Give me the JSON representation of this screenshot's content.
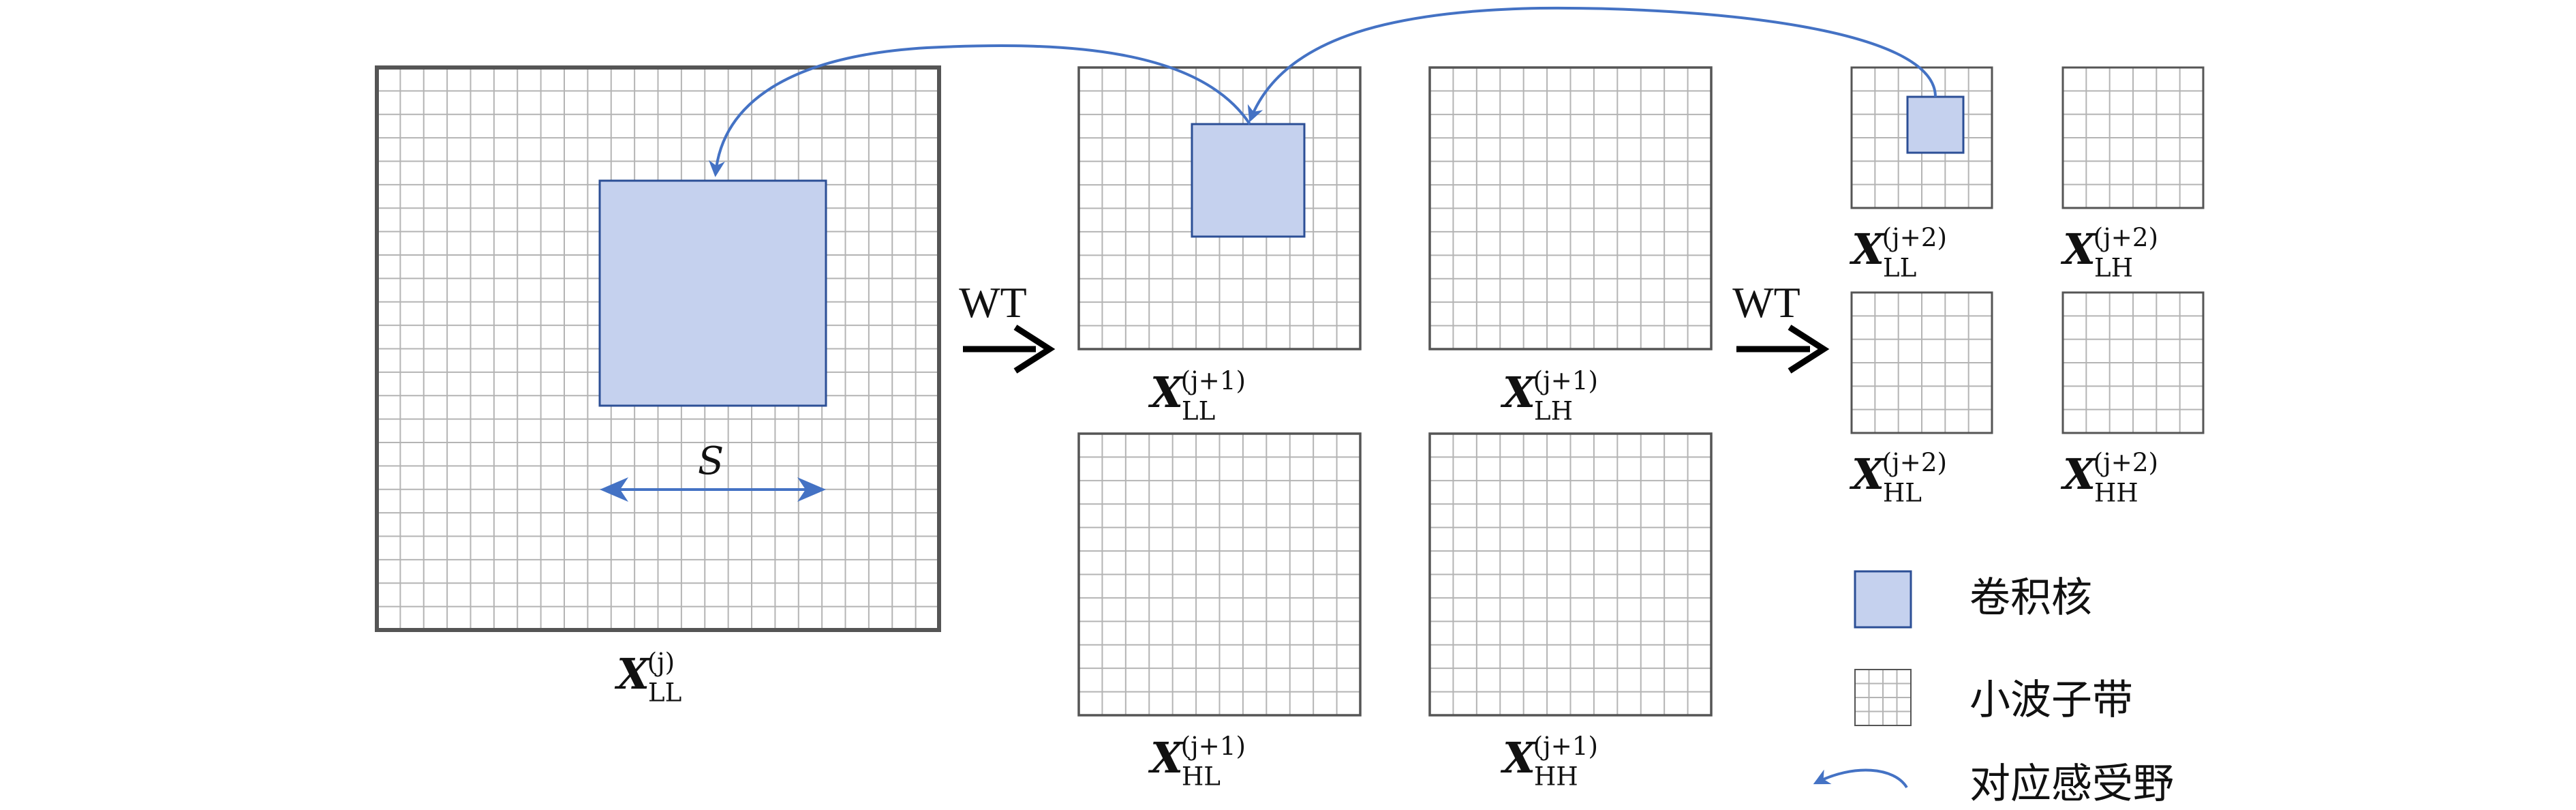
{
  "colors": {
    "grid_line": "#b4b4b4",
    "border": "#555555",
    "kernel_fill": "#c5d1ee",
    "kernel_stroke": "#2c4f96",
    "arrow_blue": "#4472c4",
    "arrow_black": "#000000"
  },
  "labels": {
    "x_main": "X",
    "level0": {
      "sup": "(j)",
      "sub": "LL"
    },
    "level1": {
      "ll": {
        "sup": "(j+1)",
        "sub": "LL"
      },
      "lh": {
        "sup": "(j+1)",
        "sub": "LH"
      },
      "hl": {
        "sup": "(j+1)",
        "sub": "HL"
      },
      "hh": {
        "sup": "(j+1)",
        "sub": "HH"
      }
    },
    "level2": {
      "ll": {
        "sup": "(j+2)",
        "sub": "LL"
      },
      "lh": {
        "sup": "(j+2)",
        "sub": "LH"
      },
      "hl": {
        "sup": "(j+2)",
        "sub": "HL"
      },
      "hh": {
        "sup": "(j+2)",
        "sub": "HH"
      }
    }
  },
  "transform_label": "WT",
  "kernel_size_label": "S",
  "legend": {
    "kernel": "卷积核",
    "subband": "小波子带",
    "receptive_field": "对应感受野"
  }
}
